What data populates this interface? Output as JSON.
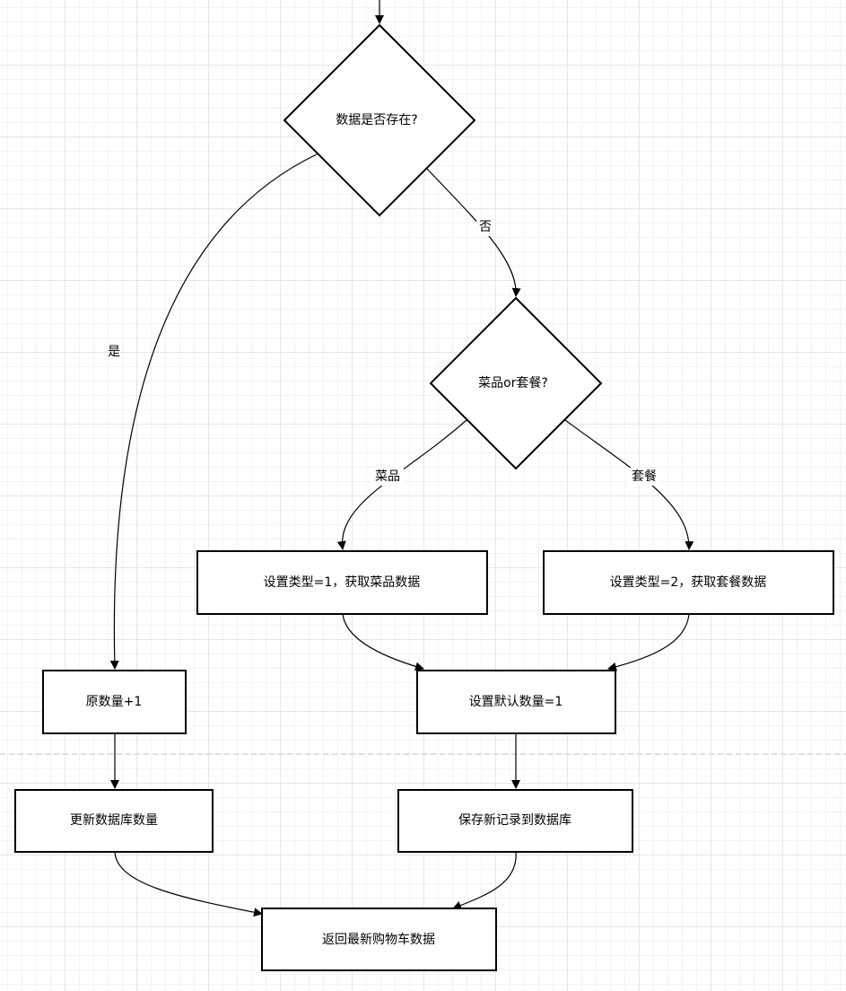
{
  "nodes": {
    "decision_exists": "数据是否存在?",
    "decision_type": "菜品or套餐?",
    "set_dish": "设置类型=1，获取菜品数据",
    "set_combo": "设置类型=2，获取套餐数据",
    "increment_qty": "原数量+1",
    "set_default_qty": "设置默认数量=1",
    "update_db_qty": "更新数据库数量",
    "save_new_record": "保存新记录到数据库",
    "return_cart": "返回最新购物车数据"
  },
  "edges": {
    "yes_label": "是",
    "no_label": "否",
    "dish_label": "菜品",
    "combo_label": "套餐"
  },
  "colors": {
    "stroke": "#000000",
    "fill": "#ffffff",
    "grid": "#e6e6e6"
  }
}
